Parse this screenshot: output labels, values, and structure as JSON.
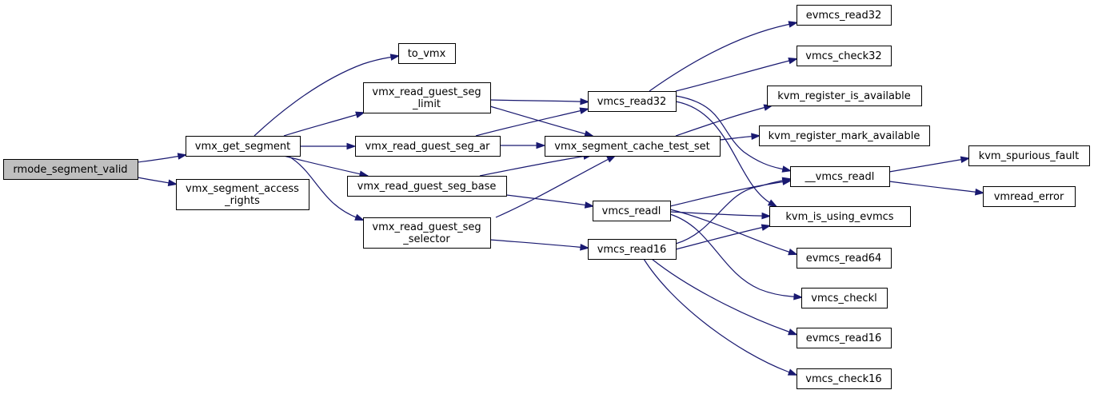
{
  "graph": {
    "colors": {
      "edge": "#191970",
      "root_fill": "#bfbfbf",
      "node_fill": "#ffffff",
      "node_border": "#000000"
    },
    "nodes": [
      {
        "id": "rmode_segment_valid",
        "lines": [
          "rmode_segment_valid"
        ],
        "root": true
      },
      {
        "id": "vmx_get_segment",
        "lines": [
          "vmx_get_segment"
        ]
      },
      {
        "id": "vmx_segment_access_rights",
        "lines": [
          "vmx_segment_access",
          "_rights"
        ]
      },
      {
        "id": "to_vmx",
        "lines": [
          "to_vmx"
        ]
      },
      {
        "id": "vmx_read_guest_seg_limit",
        "lines": [
          "vmx_read_guest_seg",
          "_limit"
        ]
      },
      {
        "id": "vmx_read_guest_seg_ar",
        "lines": [
          "vmx_read_guest_seg_ar"
        ]
      },
      {
        "id": "vmx_read_guest_seg_base",
        "lines": [
          "vmx_read_guest_seg_base"
        ]
      },
      {
        "id": "vmx_read_guest_seg_selector",
        "lines": [
          "vmx_read_guest_seg",
          "_selector"
        ]
      },
      {
        "id": "vmcs_read32",
        "lines": [
          "vmcs_read32"
        ]
      },
      {
        "id": "vmx_segment_cache_test_set",
        "lines": [
          "vmx_segment_cache_test_set"
        ]
      },
      {
        "id": "vmcs_readl",
        "lines": [
          "vmcs_readl"
        ]
      },
      {
        "id": "vmcs_read16",
        "lines": [
          "vmcs_read16"
        ]
      },
      {
        "id": "evmcs_read32",
        "lines": [
          "evmcs_read32"
        ]
      },
      {
        "id": "vmcs_check32",
        "lines": [
          "vmcs_check32"
        ]
      },
      {
        "id": "kvm_register_is_available",
        "lines": [
          "kvm_register_is_available"
        ]
      },
      {
        "id": "kvm_register_mark_available",
        "lines": [
          "kvm_register_mark_available"
        ]
      },
      {
        "id": "__vmcs_readl",
        "lines": [
          "__vmcs_readl"
        ]
      },
      {
        "id": "kvm_is_using_evmcs",
        "lines": [
          "kvm_is_using_evmcs"
        ]
      },
      {
        "id": "evmcs_read64",
        "lines": [
          "evmcs_read64"
        ]
      },
      {
        "id": "vmcs_checkl",
        "lines": [
          "vmcs_checkl"
        ]
      },
      {
        "id": "evmcs_read16",
        "lines": [
          "evmcs_read16"
        ]
      },
      {
        "id": "vmcs_check16",
        "lines": [
          "vmcs_check16"
        ]
      },
      {
        "id": "kvm_spurious_fault",
        "lines": [
          "kvm_spurious_fault"
        ]
      },
      {
        "id": "vmread_error",
        "lines": [
          "vmread_error"
        ]
      }
    ],
    "edges": [
      [
        "rmode_segment_valid",
        "vmx_get_segment"
      ],
      [
        "rmode_segment_valid",
        "vmx_segment_access_rights"
      ],
      [
        "vmx_get_segment",
        "to_vmx"
      ],
      [
        "vmx_get_segment",
        "vmx_read_guest_seg_limit"
      ],
      [
        "vmx_get_segment",
        "vmx_read_guest_seg_ar"
      ],
      [
        "vmx_get_segment",
        "vmx_read_guest_seg_base"
      ],
      [
        "vmx_get_segment",
        "vmx_read_guest_seg_selector"
      ],
      [
        "vmx_read_guest_seg_limit",
        "vmcs_read32"
      ],
      [
        "vmx_read_guest_seg_limit",
        "vmx_segment_cache_test_set"
      ],
      [
        "vmx_read_guest_seg_ar",
        "vmcs_read32"
      ],
      [
        "vmx_read_guest_seg_ar",
        "vmx_segment_cache_test_set"
      ],
      [
        "vmx_read_guest_seg_base",
        "vmx_segment_cache_test_set"
      ],
      [
        "vmx_read_guest_seg_base",
        "vmcs_readl"
      ],
      [
        "vmx_read_guest_seg_selector",
        "vmx_segment_cache_test_set"
      ],
      [
        "vmx_read_guest_seg_selector",
        "vmcs_read16"
      ],
      [
        "vmcs_read32",
        "evmcs_read32"
      ],
      [
        "vmcs_read32",
        "vmcs_check32"
      ],
      [
        "vmcs_read32",
        "__vmcs_readl"
      ],
      [
        "vmcs_read32",
        "kvm_is_using_evmcs"
      ],
      [
        "vmx_segment_cache_test_set",
        "kvm_register_is_available"
      ],
      [
        "vmx_segment_cache_test_set",
        "kvm_register_mark_available"
      ],
      [
        "vmcs_readl",
        "__vmcs_readl"
      ],
      [
        "vmcs_readl",
        "kvm_is_using_evmcs"
      ],
      [
        "vmcs_readl",
        "evmcs_read64"
      ],
      [
        "vmcs_readl",
        "vmcs_checkl"
      ],
      [
        "vmcs_read16",
        "__vmcs_readl"
      ],
      [
        "vmcs_read16",
        "kvm_is_using_evmcs"
      ],
      [
        "vmcs_read16",
        "evmcs_read16"
      ],
      [
        "vmcs_read16",
        "vmcs_check16"
      ],
      [
        "__vmcs_readl",
        "kvm_spurious_fault"
      ],
      [
        "__vmcs_readl",
        "vmread_error"
      ]
    ]
  }
}
